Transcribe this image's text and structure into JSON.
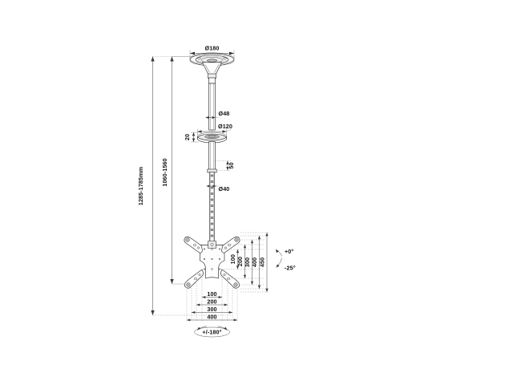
{
  "drawing": {
    "title": "Ceiling TV Mount Technical Drawing",
    "background_color": "#ffffff",
    "line_color": "#2b2b2b",
    "dimension_color": "#3a3a3a"
  },
  "dimensions": {
    "overall_height_range": "1285-1785mm",
    "pole_height_range": "1060-1560",
    "ceiling_plate_diameter": "Ø180",
    "upper_tube_diameter": "Ø48",
    "collar_diameter": "Ø120",
    "collar_height": "20",
    "joint_spacing": "50",
    "lower_tube_diameter": "Ø40"
  },
  "vesa_vertical": {
    "v1": "100",
    "v2": "200",
    "v3": "300",
    "v4": "400",
    "v5": "450"
  },
  "vesa_horizontal": {
    "h1": "100",
    "h2": "200",
    "h3": "300",
    "h4": "400"
  },
  "angles": {
    "tilt_up": "+0°",
    "tilt_down": "-25°",
    "rotation": "+/-180°"
  }
}
